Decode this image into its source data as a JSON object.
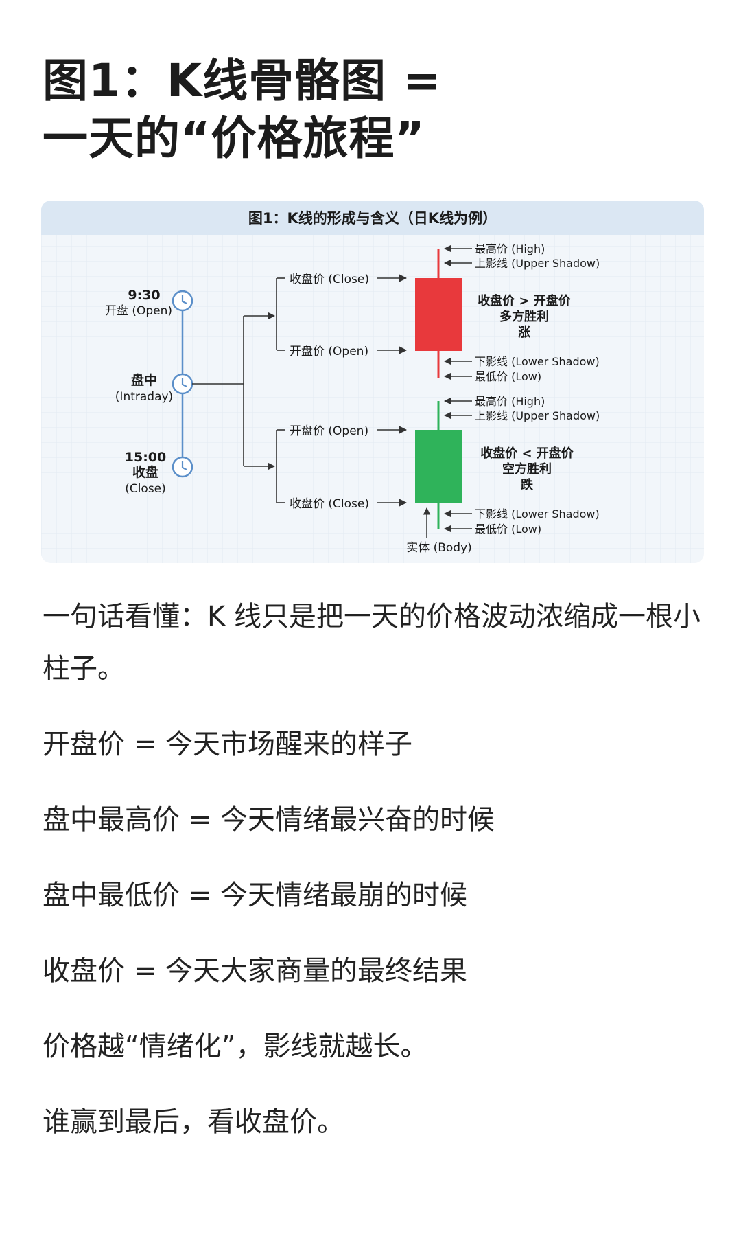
{
  "title": {
    "line1": "图1：K线骨骼图 =",
    "line2": "一天的“价格旅程”"
  },
  "figure": {
    "heading": "图1：K线的形成与含义（日K线为例）",
    "timeline": {
      "open_time": "9:30",
      "open_label": "开盘 (Open)",
      "mid_label": "盘中",
      "mid_sub": "(Intraday)",
      "close_time": "15:00",
      "close_label": "收盘",
      "close_sub": "(Close)"
    },
    "bull": {
      "close_label": "收盘价 (Close)",
      "open_label": "开盘价 (Open)",
      "high_label": "最高价 (High)",
      "upper_shadow_label": "上影线 (Upper Shadow)",
      "lower_shadow_label": "下影线 (Lower Shadow)",
      "low_label": "最低价 (Low)",
      "desc1": "收盘价 > 开盘价",
      "desc2": "多方胜利",
      "desc3": "涨",
      "color": "#e8393c"
    },
    "bear": {
      "open_label": "开盘价 (Open)",
      "close_label": "收盘价 (Close)",
      "high_label": "最高价 (High)",
      "upper_shadow_label": "上影线 (Upper Shadow)",
      "lower_shadow_label": "下影线 (Lower Shadow)",
      "low_label": "最低价 (Low)",
      "desc1": "收盘价 < 开盘价",
      "desc2": "空方胜利",
      "desc3": "跌",
      "color": "#2fb35a"
    },
    "body_label": "实体 (Body)",
    "timeline_color": "#5b8fc9"
  },
  "paragraphs": [
    "一句话看懂：K 线只是把一天的价格波动浓缩成一根小柱子。",
    "开盘价 = 今天市场醒来的样子",
    "盘中最高价 = 今天情绪最兴奋的时候",
    "盘中最低价 = 今天情绪最崩的时候",
    "收盘价 = 今天大家商量的最终结果",
    "价格越“情绪化”，影线就越长。",
    "谁赢到最后，看收盘价。"
  ]
}
